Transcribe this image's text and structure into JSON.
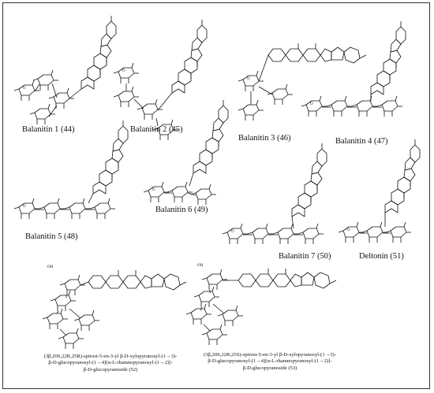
{
  "compounds": [
    {
      "id": "44",
      "label": "Balanitin 1 (44)"
    },
    {
      "id": "45",
      "label": "Balanitin 2 (45)"
    },
    {
      "id": "46",
      "label": "Balanitin 3 (46)"
    },
    {
      "id": "47",
      "label": "Balanitin 4 (47)"
    },
    {
      "id": "48",
      "label": "Balanitin  5 (48)"
    },
    {
      "id": "49",
      "label": "Balanitin 6 (49)"
    },
    {
      "id": "50",
      "label": "Balanitin 7 (50)"
    },
    {
      "id": "51",
      "label": "Deltonin (51)"
    }
  ],
  "captions": {
    "c52": [
      "(3β,20S,22R,25R)-spirost-5-en-3-yl β-D-xylopyranosyl-(1→3)-",
      "β-D-glucopyranosyl-(1→4)[α-L-rhamnopyranosyl-(1→2)]-",
      "β-D-glucopyranoside (52)"
    ],
    "c53": [
      "(3β,20S,22R,25S)-spirost-5-en-3-yl β-D-xylopyranosyl-(1→3)-",
      "β-D-glucopyranosyl-(1→4)[α-L-rhamnopyranosyl-(1→2)]-",
      "β-D-glucopyranoside (53)"
    ]
  },
  "atom_labels": {
    "oxygen": "O",
    "hydroxyl": "OH"
  }
}
